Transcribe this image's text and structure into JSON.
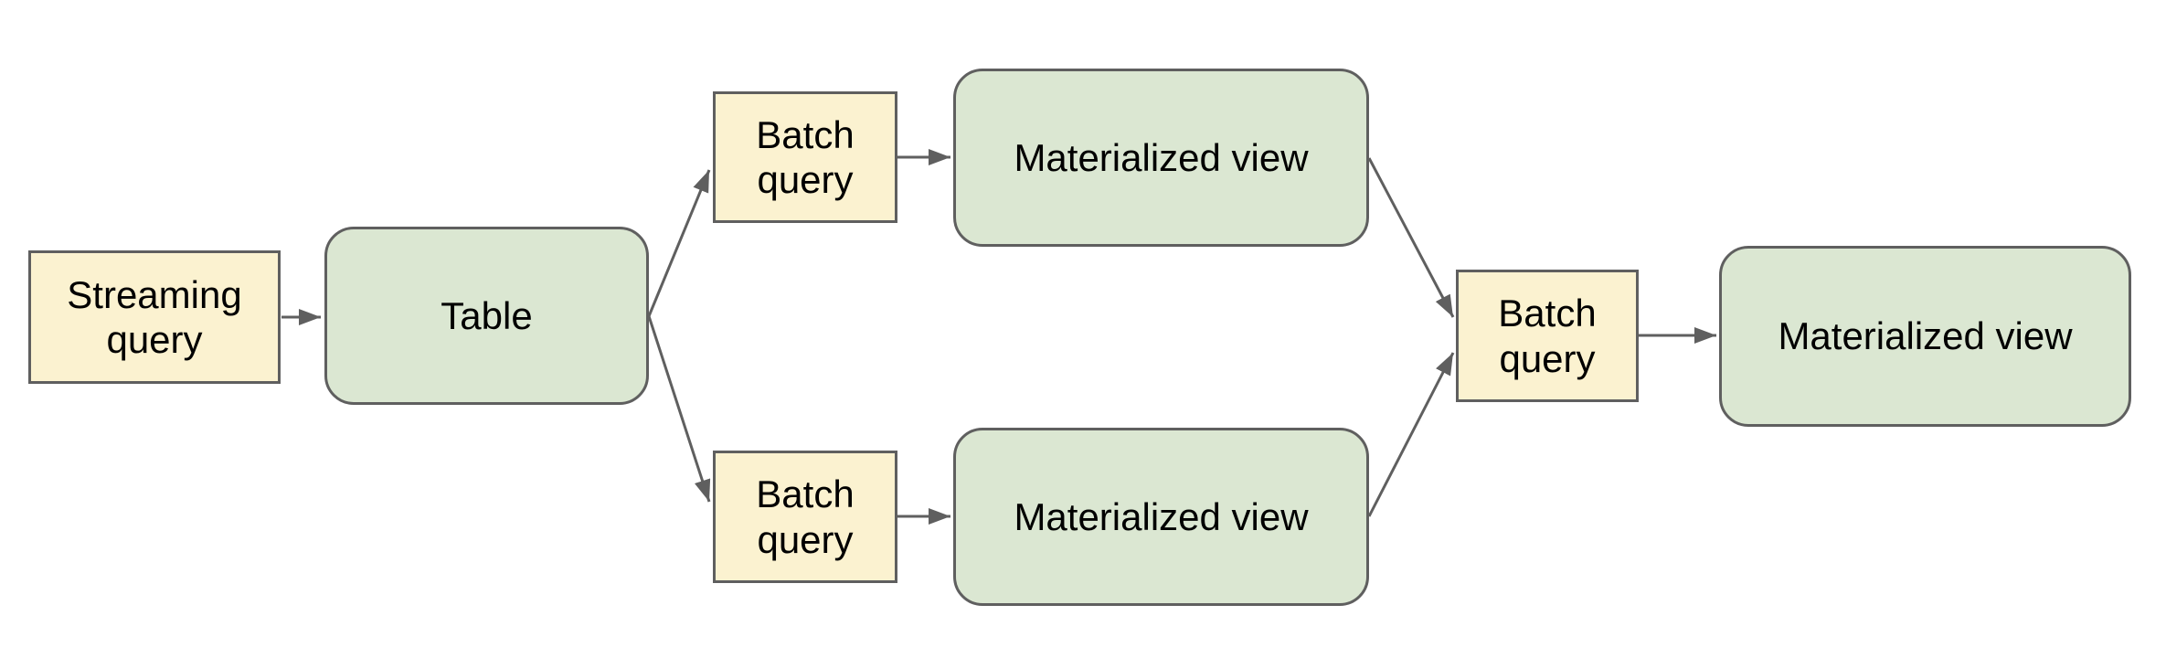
{
  "colors": {
    "query_node_fill": "#fbf2d0",
    "view_node_fill": "#dbe7d2",
    "node_border": "#5f5f5f",
    "arrow": "#5f5f5f",
    "text": "#000000",
    "background": "#ffffff"
  },
  "nodes": [
    {
      "id": "streaming-query",
      "label": "Streaming query",
      "kind": "query"
    },
    {
      "id": "table",
      "label": "Table",
      "kind": "view"
    },
    {
      "id": "batch-query-top",
      "label": "Batch query",
      "kind": "query"
    },
    {
      "id": "materialized-view-top",
      "label": "Materialized view",
      "kind": "view"
    },
    {
      "id": "batch-query-bottom",
      "label": "Batch query",
      "kind": "query"
    },
    {
      "id": "materialized-view-bottom",
      "label": "Materialized view",
      "kind": "view"
    },
    {
      "id": "batch-query-final",
      "label": "Batch query",
      "kind": "query"
    },
    {
      "id": "materialized-view-final",
      "label": "Materialized view",
      "kind": "view"
    }
  ],
  "edges": [
    {
      "from": "streaming-query",
      "to": "table"
    },
    {
      "from": "table",
      "to": "batch-query-top"
    },
    {
      "from": "table",
      "to": "batch-query-bottom"
    },
    {
      "from": "batch-query-top",
      "to": "materialized-view-top"
    },
    {
      "from": "batch-query-bottom",
      "to": "materialized-view-bottom"
    },
    {
      "from": "materialized-view-top",
      "to": "batch-query-final"
    },
    {
      "from": "materialized-view-bottom",
      "to": "batch-query-final"
    },
    {
      "from": "batch-query-final",
      "to": "materialized-view-final"
    }
  ]
}
